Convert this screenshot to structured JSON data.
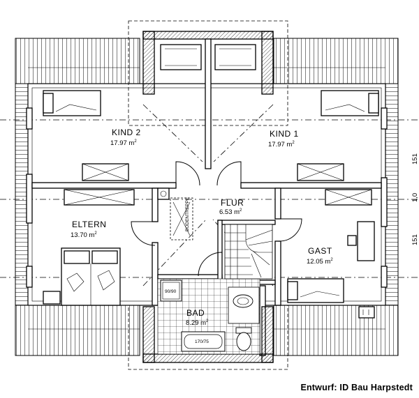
{
  "rooms": [
    {
      "id": "kind2",
      "name": "KIND 2",
      "area": "17.97 m",
      "unit_sup": "2"
    },
    {
      "id": "kind1",
      "name": "KIND 1",
      "area": "17.97 m",
      "unit_sup": "2"
    },
    {
      "id": "flur",
      "name": "FLUR",
      "area": "6.53 m",
      "unit_sup": "2"
    },
    {
      "id": "eltern",
      "name": "ELTERN",
      "area": "13.70 m",
      "unit_sup": "2"
    },
    {
      "id": "gast",
      "name": "GAST",
      "area": "12.05 m",
      "unit_sup": "2"
    },
    {
      "id": "bad",
      "name": "BAD",
      "area": "8.29 m",
      "unit_sup": "2"
    }
  ],
  "fixtures": {
    "shower_label": "90/90",
    "bathtub_label": "170/75",
    "attic_stair_label": "BODENTREPPE"
  },
  "dimensions": {
    "right_1": "151",
    "right_2": "1,0",
    "right_3": "151"
  },
  "credit": "Entwurf: ID Bau Harpstedt"
}
